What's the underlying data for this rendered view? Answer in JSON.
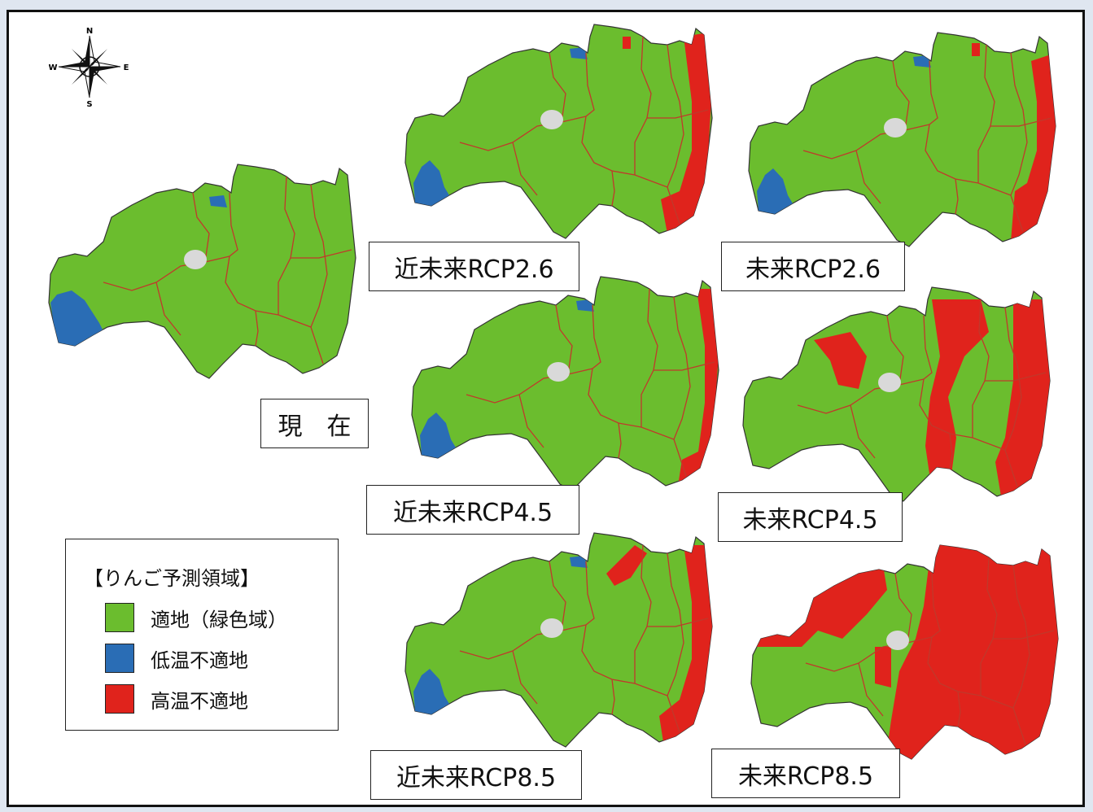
{
  "labels": {
    "current": "現　在",
    "near_rcp26": "近未来RCP2.6",
    "future_rcp26": "未来RCP2.6",
    "near_rcp45": "近未来RCP4.5",
    "future_rcp45": "未来RCP4.5",
    "near_rcp85": "近未来RCP8.5",
    "future_rcp85": "未来RCP8.5"
  },
  "legend": {
    "title": "【りんご予測領域】",
    "items": [
      {
        "label": "適地（緑色域）",
        "color": "#6bbd2e"
      },
      {
        "label": "低温不適地",
        "color": "#2a6db5"
      },
      {
        "label": "高温不適地",
        "color": "#e0231c"
      }
    ]
  },
  "compass": {
    "n": "N",
    "s": "S",
    "e": "E",
    "w": "W"
  },
  "colors": {
    "suitable": "#6bbd2e",
    "cold": "#2a6db5",
    "hot": "#e0231c",
    "border": "#c0392b",
    "lake": "#d9d9d9"
  }
}
